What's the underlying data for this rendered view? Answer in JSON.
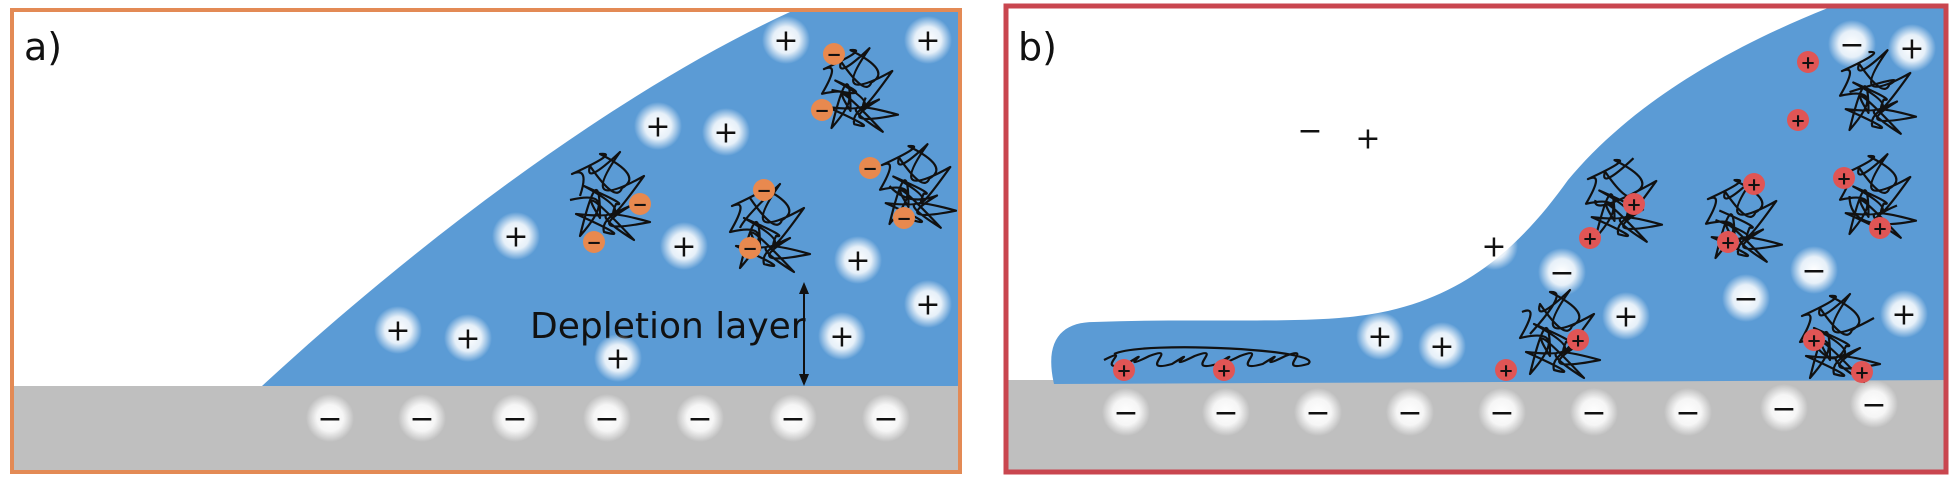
{
  "panels": [
    {
      "label": "a)",
      "border_color": "#e38a55",
      "annotation": "Depletion layer",
      "polymer_charge": "−",
      "polymer_charge_color": "#e8894f",
      "solution_ions": "+",
      "surface_ions": "−"
    },
    {
      "label": "b)",
      "border_color": "#c9464f",
      "annotation": "",
      "polymer_charge": "+",
      "polymer_charge_color": "#e05555",
      "solution_ions": "+ / −",
      "surface_ions": "−"
    }
  ],
  "colors": {
    "liquid": "#5b9bd5",
    "substrate": "#bfbfbf",
    "ion_glow": "#ffffff"
  }
}
